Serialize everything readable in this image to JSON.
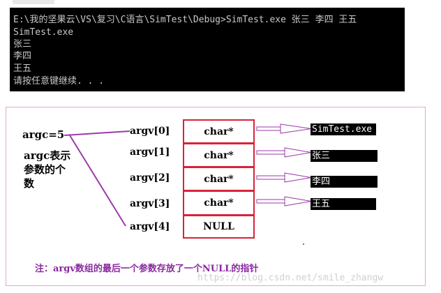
{
  "console": {
    "lines": [
      "E:\\我的坚果云\\VS\\复习\\C语言\\SimTest\\Debug>SimTest.exe 张三 李四 王五",
      "SimTest.exe",
      "张三",
      "李四",
      "王五",
      "请按任意键继续. . ."
    ]
  },
  "diagram": {
    "argc_label": "argc=5",
    "argc_desc": [
      "argc表示",
      "参数的个",
      "数"
    ],
    "argv_labels": [
      "argv[0]",
      "argv[1]",
      "argv[2]",
      "argv[3]",
      "argv[4]"
    ],
    "cells": [
      "char*",
      "char*",
      "char*",
      "char*",
      "NULL"
    ],
    "strings": [
      "SimTest.exe",
      "张三",
      "李四",
      "王五"
    ],
    "note": "注：argv数组的最后一个参数存放了一个NULL的指针"
  },
  "watermark": "https://blog.csdn.net/smile_zhangw",
  "colors": {
    "console_bg": "#000000",
    "console_text": "#c8c8c8",
    "cell_border": "#d8233a",
    "arrow_purple": "#9b3aa8",
    "note_text": "#8a2aa0",
    "frame_border": "#e0a8d6"
  }
}
